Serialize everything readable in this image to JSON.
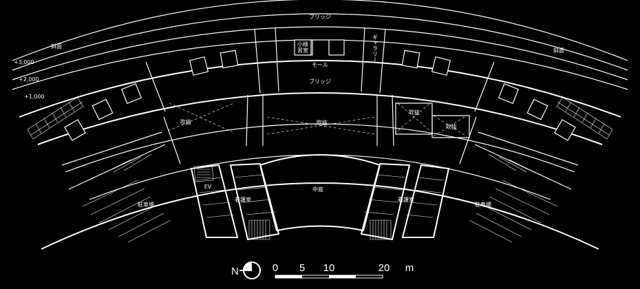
{
  "labels": {
    "bridge_top": "ブリッジ",
    "bridge_mid": "ブリッジ",
    "slope_left": "斜面",
    "slope_right": "斜面",
    "gallery": "ギャラリー",
    "mall": "モール",
    "small_hall": "小検\n習室",
    "atrium_left": "吹抜",
    "atrium_center": "吹抜",
    "atrium_right_upper": "吹抜",
    "atrium_right_lower": "吹抜",
    "courtyard": "中庭",
    "parking_left": "駐車場",
    "parking_right": "駐車場",
    "nurses_left": "看護室",
    "nurses_right": "看護室",
    "ev": "EV"
  },
  "levels": [
    "+3,000",
    "+2,000",
    "+1,000"
  ],
  "scale": {
    "north": "N",
    "ticks": [
      "0",
      "5",
      "10",
      "20"
    ],
    "unit": "m"
  }
}
